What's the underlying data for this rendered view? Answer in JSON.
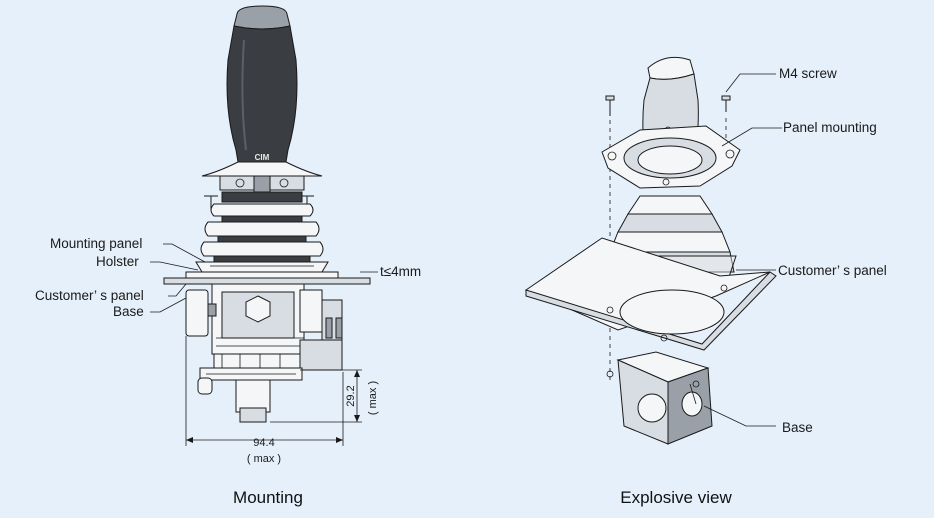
{
  "mounting": {
    "logo": "CIM",
    "labels": {
      "mounting_panel": "Mounting panel",
      "holster": "Holster",
      "customers_panel": "Customer’ s panel",
      "base": "Base",
      "thickness": "t≤4mm"
    },
    "dims": {
      "height_value": "29.2",
      "height_note": "( max )",
      "width_value": "94.4",
      "width_note": "( max )"
    },
    "caption": "Mounting"
  },
  "exploded": {
    "labels": {
      "m4_screw": "M4 screw",
      "panel_mounting": "Panel mounting",
      "customers_panel": "Customer’ s panel",
      "base": "Base"
    },
    "caption": "Explosive view"
  },
  "colors": {
    "background": "#e6f0fb",
    "line": "#1a1a1a",
    "grip": "#3a3d42"
  }
}
